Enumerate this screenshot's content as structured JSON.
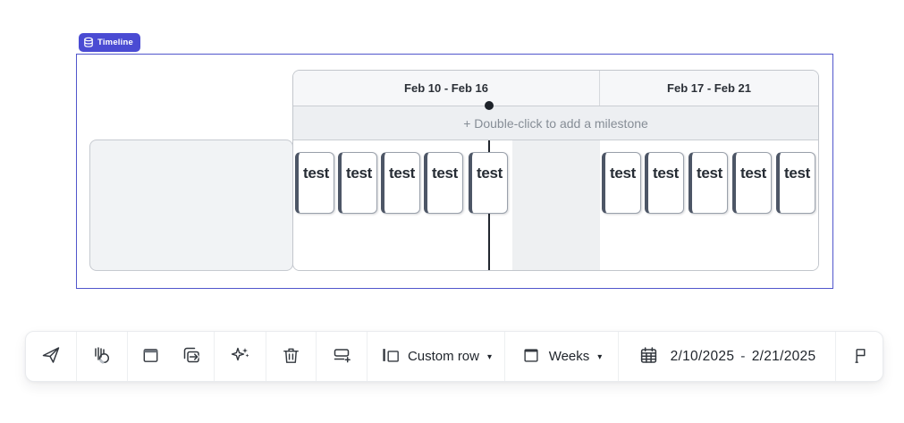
{
  "badge": {
    "label": "Timeline"
  },
  "timeline": {
    "week_headers": [
      "Feb 10 - Feb 16",
      "Feb 17 - Feb 21"
    ],
    "milestone_hint": "+ Double-click to add a milestone",
    "cards_week1": [
      "test",
      "test",
      "test",
      "test",
      "test"
    ],
    "cards_week2": [
      "test",
      "test",
      "test",
      "test",
      "test"
    ]
  },
  "toolbar": {
    "custom_row_label": "Custom row",
    "weeks_label": "Weeks",
    "caret": "▾",
    "date_start": "2/10/2025",
    "date_separator": "-",
    "date_end": "2/21/2025",
    "icons": {
      "badge": "timeline-stack",
      "send": "paper-plane",
      "activity": "bars-with-circle",
      "frame": "frame",
      "copy": "copy-with-arrow",
      "ai": "sparkles",
      "trash": "trash-can",
      "add_row": "row-plus",
      "custom_row": "row-type",
      "weeks": "calendar-week",
      "calendar": "calendar-grid",
      "flag": "flag"
    }
  },
  "colors": {
    "accent": "#4a4bd3",
    "selection_border": "#5156cc",
    "grid_border": "#c2c6cc",
    "header_bg": "#f6f7f9",
    "milestone_bg": "#edeff2",
    "weekend_bg": "#eef0f2",
    "panel_bg": "#f1f3f5",
    "card_border": "#9aa1ab",
    "card_accent_edge": "#4d5666",
    "today_marker": "#21262e",
    "text_primary": "#1f242b",
    "text_muted": "#868d96",
    "icon_stroke": "#33383f"
  }
}
